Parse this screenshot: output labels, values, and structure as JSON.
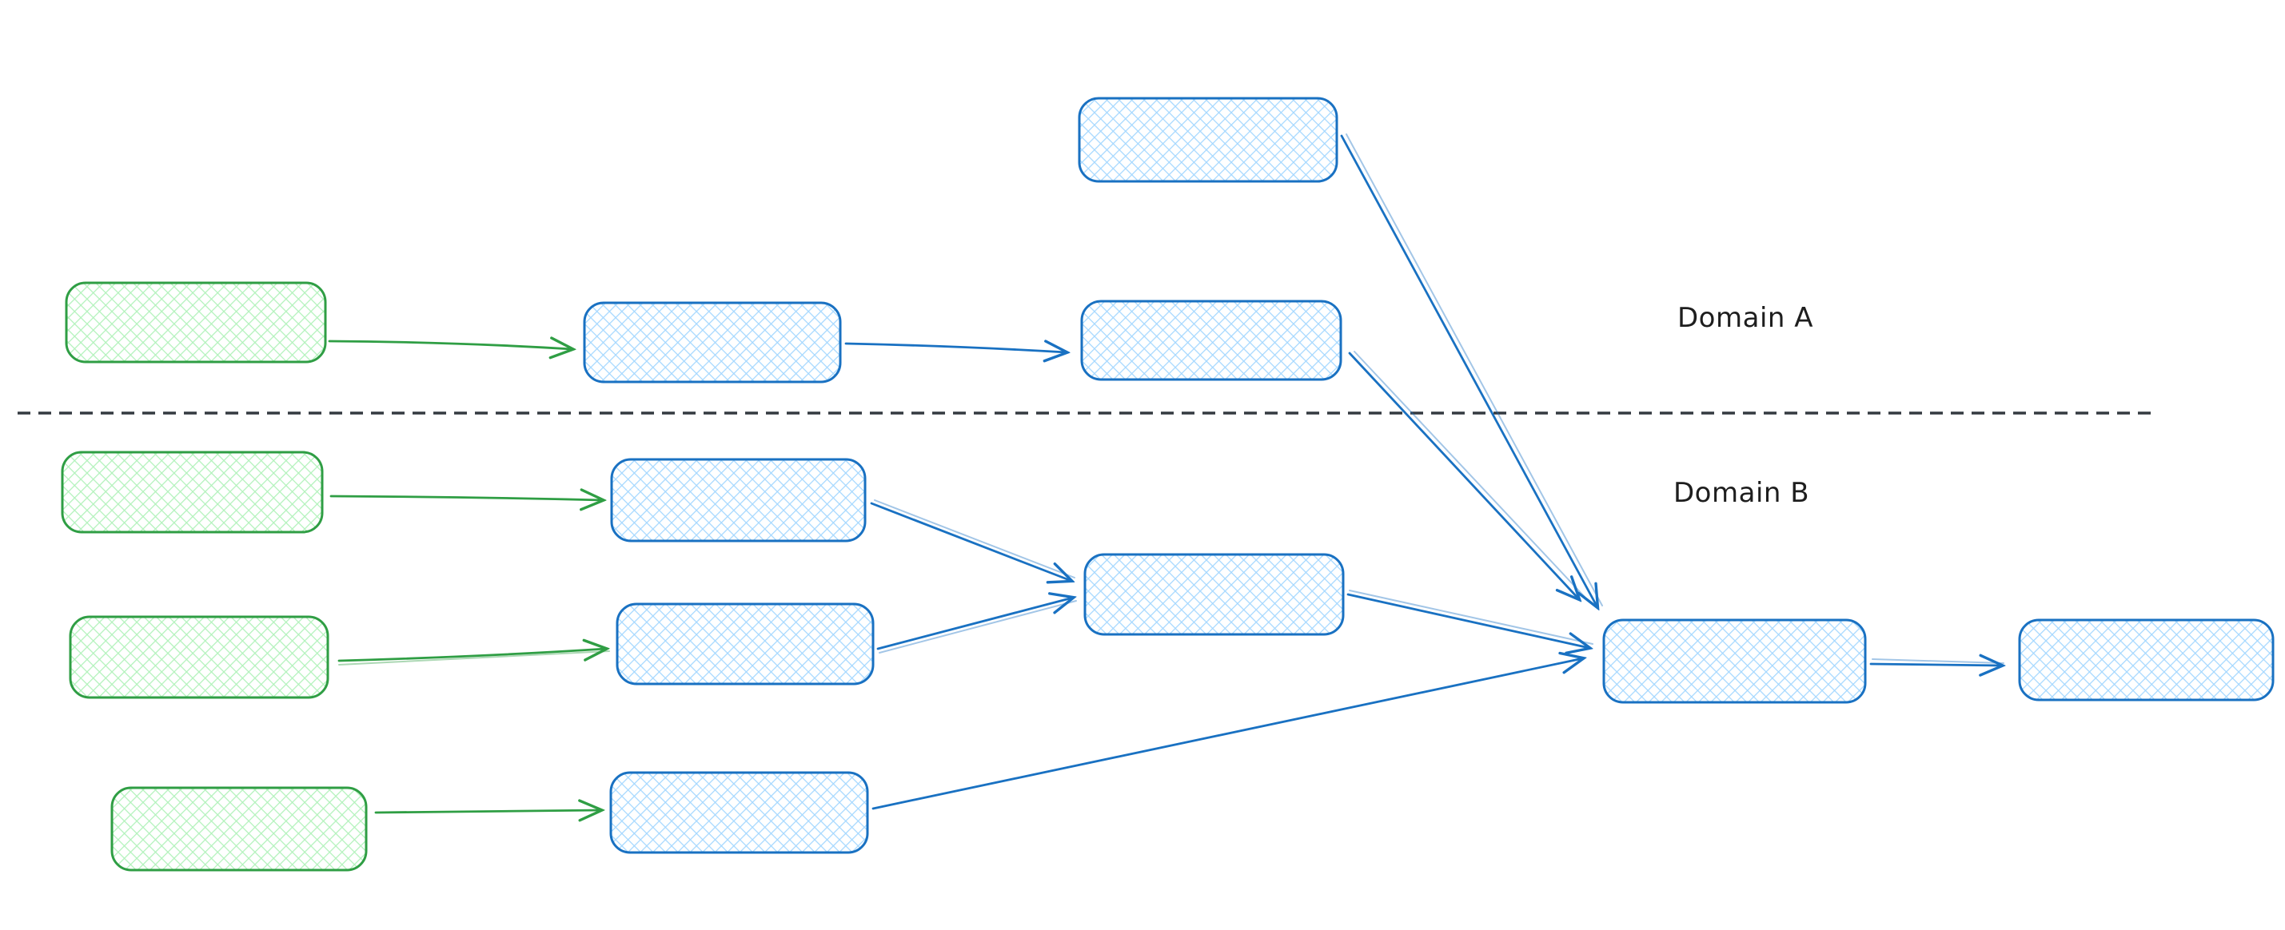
{
  "diagram": {
    "type": "flow-diagram",
    "style": "hand-drawn-whiteboard",
    "labels": {
      "domain_a": "Domain A",
      "domain_b": "Domain B"
    },
    "regions": [
      {
        "id": "domain-a",
        "label": "Domain A",
        "position": "above-divider"
      },
      {
        "id": "domain-b",
        "label": "Domain B",
        "position": "below-divider"
      }
    ],
    "divider": {
      "style": "dashed",
      "orientation": "horizontal"
    },
    "nodes": [
      {
        "id": "domain-a-source",
        "color": "green",
        "domain": "A",
        "text": ""
      },
      {
        "id": "domain-a-step1",
        "color": "blue",
        "domain": "A",
        "text": ""
      },
      {
        "id": "domain-a-step2",
        "color": "blue",
        "domain": "A",
        "text": ""
      },
      {
        "id": "domain-a-external",
        "color": "blue",
        "domain": "A",
        "text": ""
      },
      {
        "id": "domain-b-source1",
        "color": "green",
        "domain": "B",
        "text": ""
      },
      {
        "id": "domain-b-source2",
        "color": "green",
        "domain": "B",
        "text": ""
      },
      {
        "id": "domain-b-source3",
        "color": "green",
        "domain": "B",
        "text": ""
      },
      {
        "id": "domain-b-step1",
        "color": "blue",
        "domain": "B",
        "text": ""
      },
      {
        "id": "domain-b-step2",
        "color": "blue",
        "domain": "B",
        "text": ""
      },
      {
        "id": "domain-b-step3",
        "color": "blue",
        "domain": "B",
        "text": ""
      },
      {
        "id": "domain-b-merge",
        "color": "blue",
        "domain": "B",
        "text": ""
      },
      {
        "id": "main-merge",
        "color": "blue",
        "domain": "B",
        "text": ""
      },
      {
        "id": "output",
        "color": "blue",
        "domain": "B",
        "text": ""
      }
    ],
    "edges": [
      {
        "from": "domain-a-source",
        "to": "domain-a-step1",
        "color": "green"
      },
      {
        "from": "domain-a-step1",
        "to": "domain-a-step2",
        "color": "blue"
      },
      {
        "from": "domain-a-external",
        "to": "main-merge",
        "color": "blue"
      },
      {
        "from": "domain-a-step2",
        "to": "main-merge",
        "color": "blue"
      },
      {
        "from": "domain-b-source1",
        "to": "domain-b-step1",
        "color": "green"
      },
      {
        "from": "domain-b-source2",
        "to": "domain-b-step2",
        "color": "green"
      },
      {
        "from": "domain-b-source3",
        "to": "domain-b-step3",
        "color": "green"
      },
      {
        "from": "domain-b-step1",
        "to": "domain-b-merge",
        "color": "blue"
      },
      {
        "from": "domain-b-step2",
        "to": "domain-b-merge",
        "color": "blue"
      },
      {
        "from": "domain-b-merge",
        "to": "main-merge",
        "color": "blue"
      },
      {
        "from": "domain-b-step3",
        "to": "main-merge",
        "color": "blue"
      },
      {
        "from": "main-merge",
        "to": "output",
        "color": "blue"
      }
    ]
  },
  "theme": {
    "canvas_bg": "#ffffff",
    "stroke_blue": "#1971c2",
    "fill_blue": "#a5d8ff",
    "stroke_green": "#2f9e44",
    "fill_green": "#b2f2bb",
    "divider_color": "#343a40",
    "text_color": "#1e1e1e"
  }
}
